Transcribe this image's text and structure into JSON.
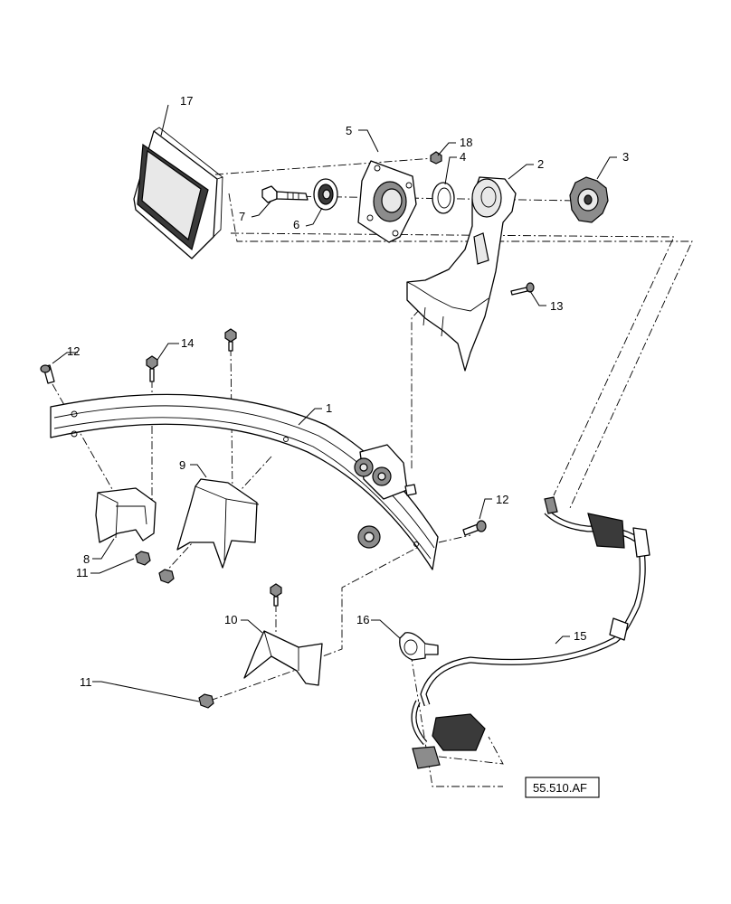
{
  "callouts": [
    {
      "id": "1",
      "label": "1"
    },
    {
      "id": "2",
      "label": "2"
    },
    {
      "id": "3",
      "label": "3"
    },
    {
      "id": "4",
      "label": "4"
    },
    {
      "id": "5",
      "label": "5"
    },
    {
      "id": "6",
      "label": "6"
    },
    {
      "id": "7",
      "label": "7"
    },
    {
      "id": "8",
      "label": "8"
    },
    {
      "id": "9",
      "label": "9"
    },
    {
      "id": "10",
      "label": "10"
    },
    {
      "id": "11a",
      "label": "11"
    },
    {
      "id": "11b",
      "label": "11"
    },
    {
      "id": "12a",
      "label": "12"
    },
    {
      "id": "12b",
      "label": "12"
    },
    {
      "id": "13",
      "label": "13"
    },
    {
      "id": "14",
      "label": "14"
    },
    {
      "id": "15",
      "label": "15"
    },
    {
      "id": "16",
      "label": "16"
    },
    {
      "id": "17",
      "label": "17"
    },
    {
      "id": "18",
      "label": "18"
    }
  ],
  "callout_map": {
    "c1": "1",
    "c2": "2",
    "c3": "3",
    "c4": "4",
    "c5": "5",
    "c6": "6",
    "c7": "7",
    "c8": "8",
    "c9": "9",
    "c10": "10",
    "c11a": "11",
    "c11b": "11",
    "c12a": "12",
    "c12b": "12",
    "c13": "13",
    "c14": "14",
    "c15": "15",
    "c16": "16",
    "c17": "17",
    "c18": "18"
  },
  "reference": {
    "label": "55.510.AF"
  }
}
